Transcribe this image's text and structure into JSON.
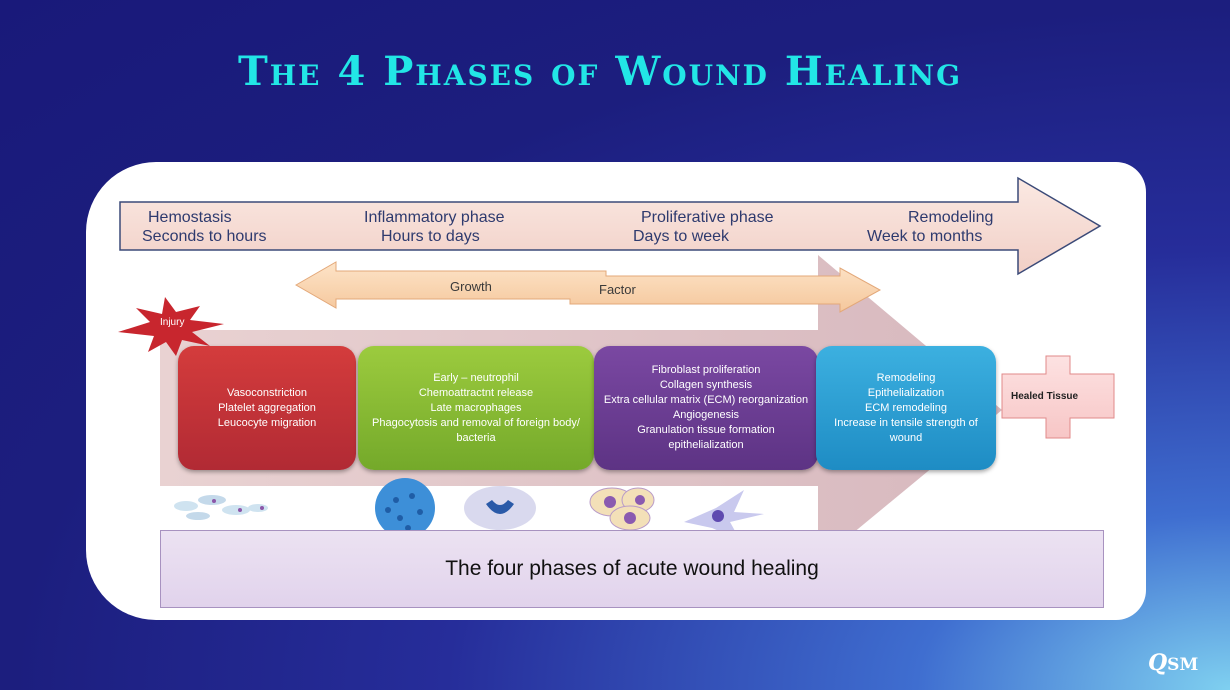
{
  "slide": {
    "title": "The 4 Phases of Wound Healing",
    "logo_q": "Q",
    "logo_rest": "SM"
  },
  "phases_header": [
    {
      "name": "Hemostasis",
      "duration": "Seconds to hours"
    },
    {
      "name": "Inflammatory phase",
      "duration": "Hours to days"
    },
    {
      "name": "Proliferative phase",
      "duration": "Days to week"
    },
    {
      "name": "Remodeling",
      "duration": "Week to months"
    }
  ],
  "growth_factor": {
    "left": "Growth",
    "right": "Factor"
  },
  "injury_label": "Injury",
  "cards": [
    {
      "color": "#c4333a",
      "lines": [
        "Vasoconstriction",
        "Platelet aggregation",
        "Leucocyte migration"
      ]
    },
    {
      "color": "#86b82e",
      "lines": [
        "Early – neutrophil",
        "Chemoattractnt release",
        "Late macrophages",
        "Phagocytosis and removal of foreign body/ bacteria"
      ]
    },
    {
      "color": "#6a3c92",
      "lines": [
        "Fibroblast proliferation",
        "Collagen synthesis",
        "Extra cellular matrix (ECM) reorganization",
        "Angiogenesis",
        "Granulation tissue formation",
        "epithelialization"
      ]
    },
    {
      "color": "#2b9fd1",
      "lines": [
        "Remodeling",
        "Epithelialization",
        "ECM remodeling",
        "Increase in tensile strength of wound"
      ]
    }
  ],
  "healed_tissue": "Healed Tissue",
  "caption": "The four phases of acute wound healing",
  "colors": {
    "title": "#22e6e6",
    "header_arrow": "#f6ded6",
    "growth_arrow": "#fad7b4"
  }
}
